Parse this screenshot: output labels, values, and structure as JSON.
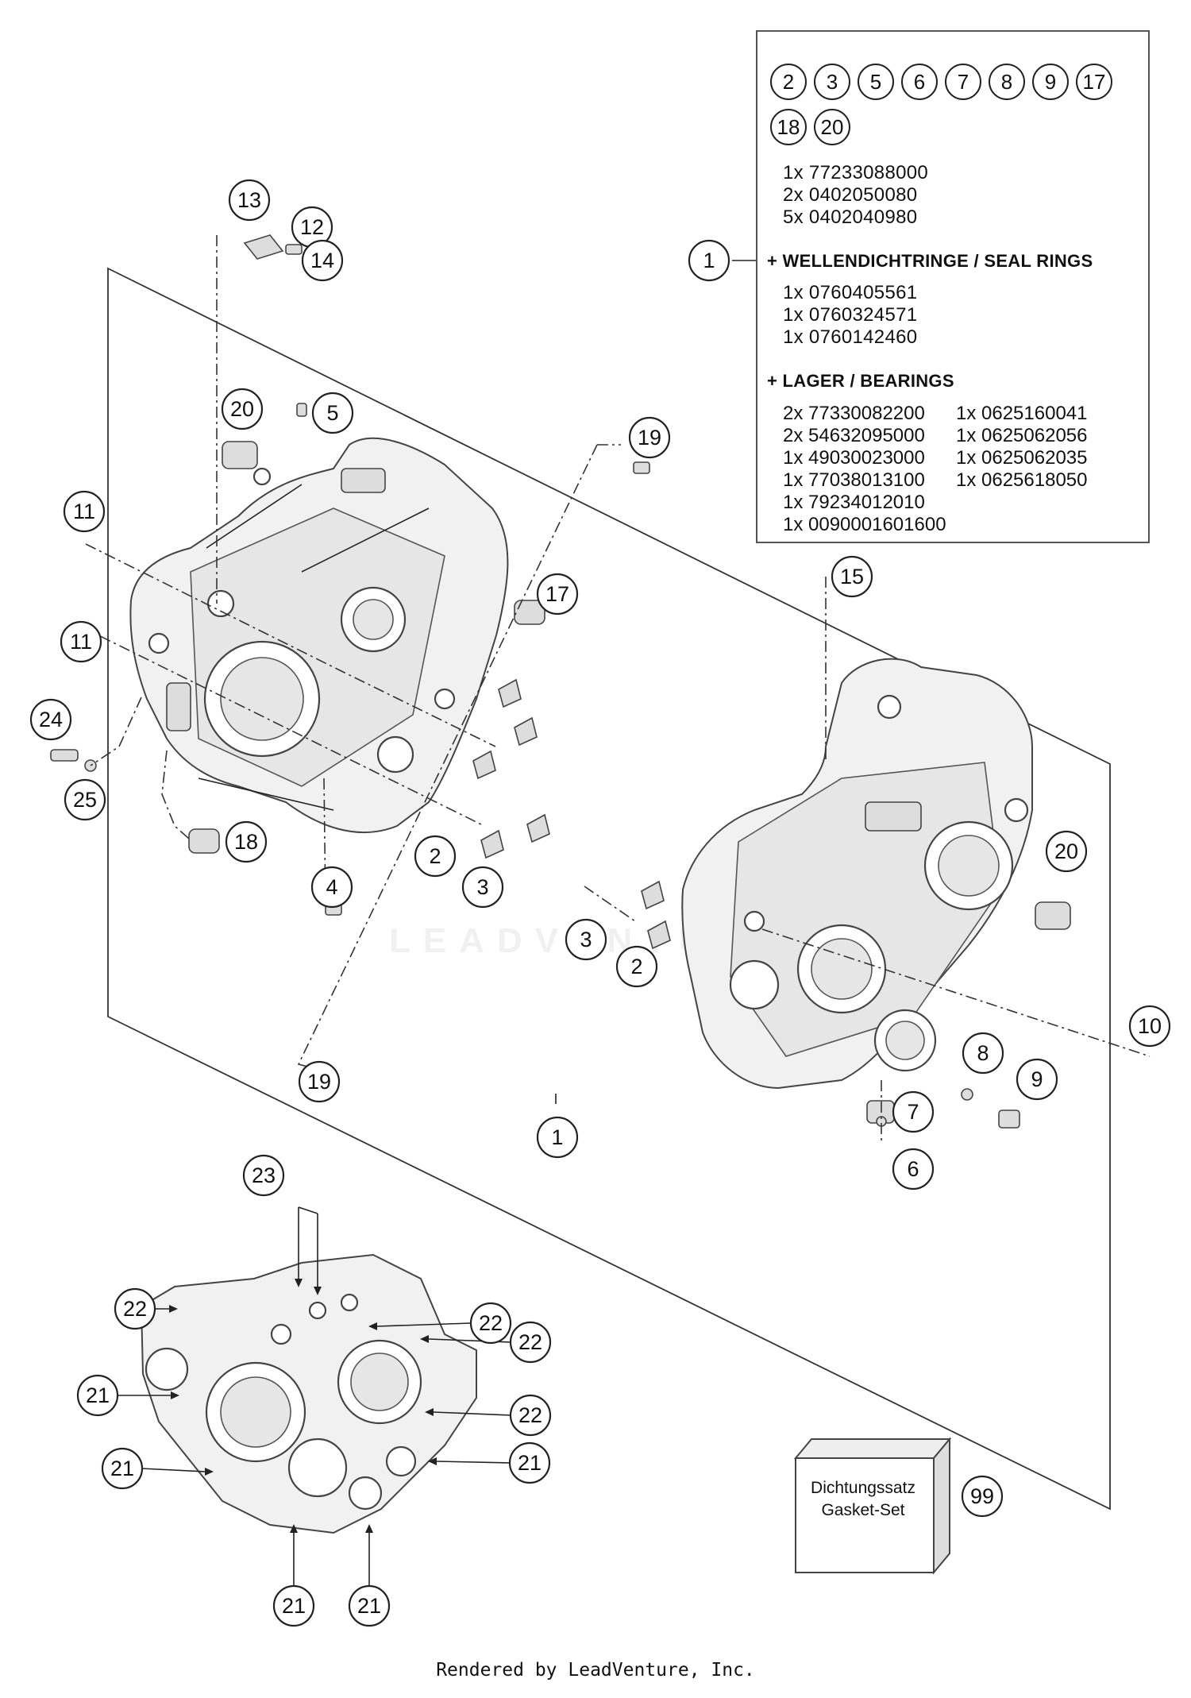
{
  "info_box": {
    "badges_row1": [
      "2",
      "3",
      "5",
      "6",
      "7",
      "8",
      "9",
      "17"
    ],
    "badges_row2": [
      "18",
      "20"
    ],
    "kit_lines": [
      "1x 77233088000",
      "2x 0402050080",
      "5x 0402040980"
    ],
    "seal_title": "+ WELLENDICHTRINGE / SEAL RINGS",
    "seal_lines": [
      "1x 0760405561",
      "1x 0760324571",
      "1x 0760142460"
    ],
    "bearing_title": "+ LAGER / BEARINGS",
    "bearing_col1": [
      "2x 77330082200",
      "2x 54632095000",
      "1x 49030023000",
      "1x 77038013100",
      "1x 79234012010",
      "1x 0090001601600"
    ],
    "bearing_col2": [
      "1x 0625160041",
      "1x 0625062056",
      "1x 0625062035",
      "1x 0625618050"
    ]
  },
  "callouts": {
    "c1_box": "1",
    "c13": "13",
    "c12": "12",
    "c14": "14",
    "c20a": "20",
    "c5": "5",
    "c19a": "19",
    "c11a": "11",
    "c17": "17",
    "c11b": "11",
    "c24": "24",
    "c25": "25",
    "c18": "18",
    "c4": "4",
    "c2a": "2",
    "c3a": "3",
    "c15": "15",
    "c20b": "20",
    "c3b": "3",
    "c2b": "2",
    "c10": "10",
    "c8": "8",
    "c9": "9",
    "c7": "7",
    "c6": "6",
    "c19b": "19",
    "c1_main": "1",
    "c23": "23",
    "c22a": "22",
    "c22b": "22",
    "c22c": "22",
    "c22d": "22",
    "c21a": "21",
    "c21b": "21",
    "c21c": "21",
    "c21d": "21",
    "c21e": "21",
    "c99": "99"
  },
  "gasket": {
    "line1": "Dichtungssatz",
    "line2": "Gasket-Set"
  },
  "footer": "Rendered by LeadVenture, Inc.",
  "watermark": "LEADVENTURE"
}
